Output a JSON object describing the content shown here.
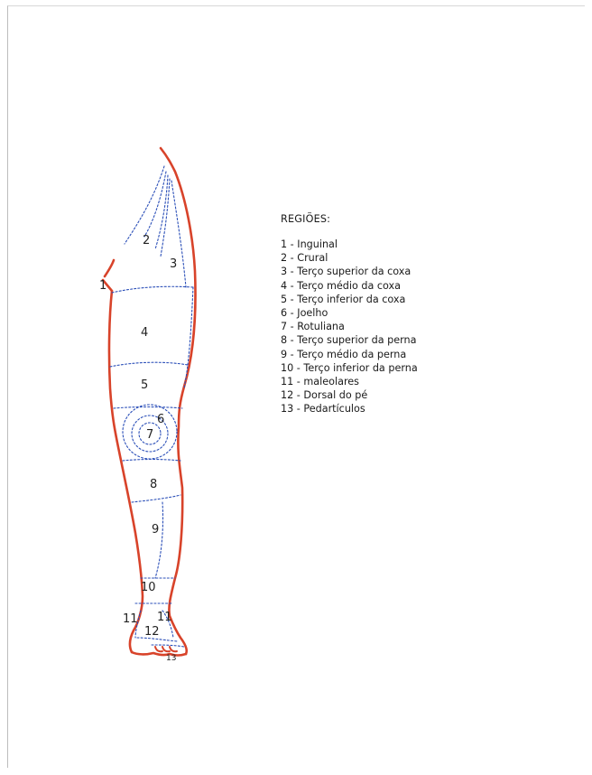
{
  "colors": {
    "outline": "#d8432a",
    "region_lines": "#2b4fb8",
    "text": "#1a1a1a",
    "background": "#ffffff"
  },
  "diagram": {
    "region_numbers": [
      "1",
      "2",
      "3",
      "4",
      "5",
      "6",
      "7",
      "8",
      "9",
      "10",
      "11",
      "11",
      "12",
      "13"
    ]
  },
  "legend": {
    "title": "REGIÕES:",
    "items": [
      "1 - Inguinal",
      "2 - Crural",
      "3 - Terço superior da coxa",
      "4 - Terço médio da coxa",
      "5 - Terço inferior da coxa",
      "6 - Joelho",
      "7 - Rotuliana",
      "8 - Terço superior da perna",
      "9 - Terço médio da perna",
      "10 - Terço inferior da perna",
      "11  - maleolares",
      "12 - Dorsal do pé",
      "13 - Pedartículos"
    ]
  }
}
